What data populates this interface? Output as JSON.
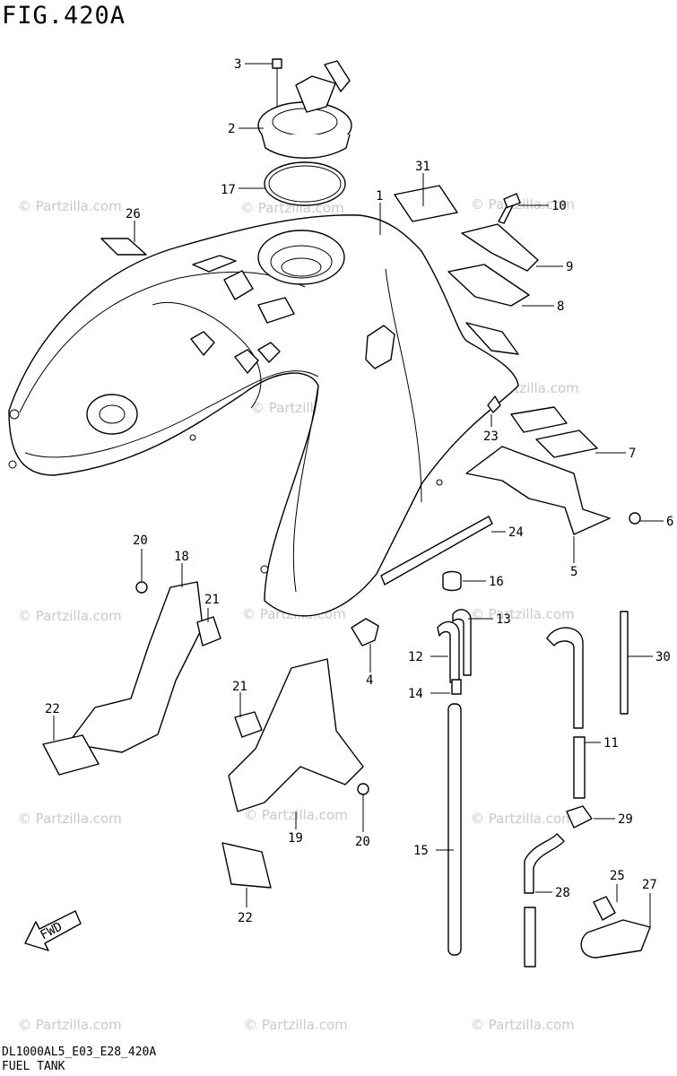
{
  "figure_title": "FIG.420A",
  "footer": {
    "model_code": "DL1000AL5_E03_E28_420A",
    "caption": "FUEL TANK"
  },
  "watermark_text": "© Partzilla.com",
  "direction_label": "FWD",
  "callouts": [
    "1",
    "2",
    "3",
    "4",
    "5",
    "6",
    "7",
    "8",
    "9",
    "10",
    "11",
    "12",
    "13",
    "14",
    "15",
    "16",
    "17",
    "20",
    "18",
    "21",
    "22",
    "23",
    "24",
    "25",
    "26",
    "27",
    "28",
    "29",
    "30",
    "31",
    "21",
    "19",
    "20",
    "22"
  ]
}
